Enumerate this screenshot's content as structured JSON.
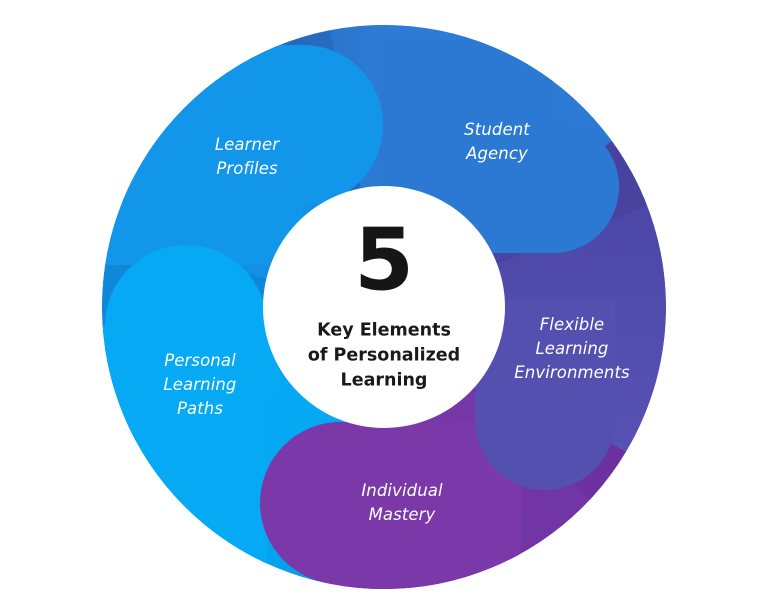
{
  "center": {
    "number": "5",
    "title": "Key Elements\nof Personalized\nLearning"
  },
  "segments": [
    {
      "label": "Learner\nProfiles",
      "color": "#1296ea"
    },
    {
      "label": "Student\nAgency",
      "color": "#2b79d3"
    },
    {
      "label": "Flexible\nLearning\nEnvironments",
      "color": "#5450b0"
    },
    {
      "label": "Individual\nMastery",
      "color": "#7a38a8"
    },
    {
      "label": "Personal\nLearning\nPaths",
      "color": "#06aaf4"
    }
  ],
  "colors": {
    "background": "#ffffff",
    "center_fill": "#ffffff",
    "center_text": "#1a1a1a",
    "label_text": "#ffffff"
  }
}
